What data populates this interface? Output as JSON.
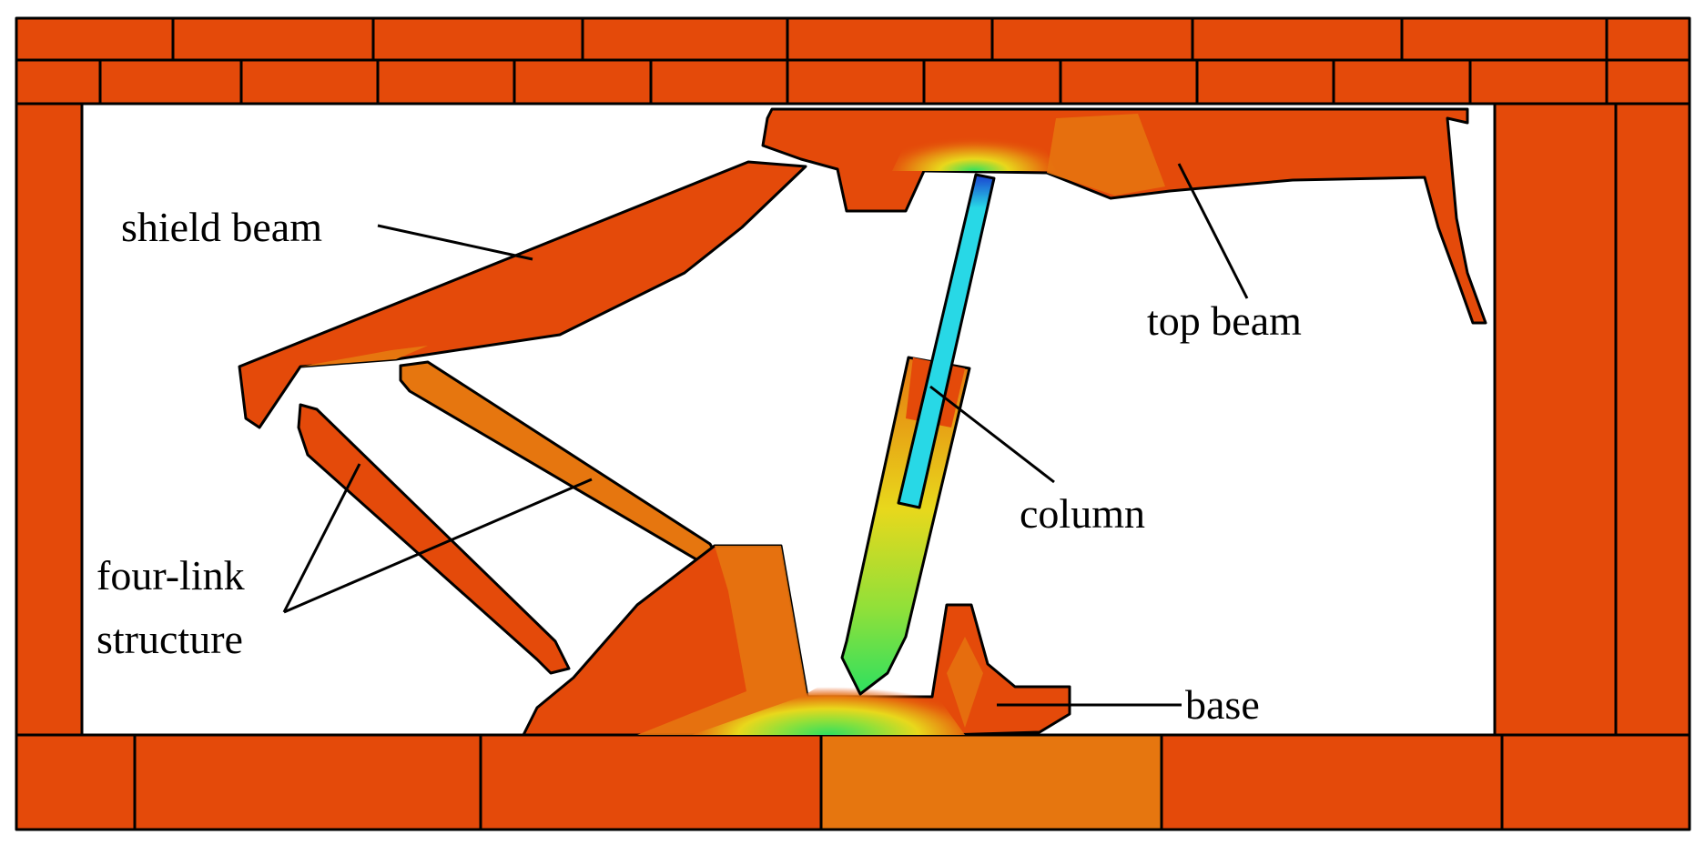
{
  "colors": {
    "rock": "#e44a0a",
    "rock_light": "#e6760f",
    "outline": "#000000",
    "column_piston": "#28d8e6",
    "stress_yellow": "#e8d81c",
    "stress_green": "#2ee060",
    "stress_blue": "#1a3fd0",
    "background": "#ffffff"
  },
  "labels": {
    "shield_beam": "shield beam",
    "top_beam": "top beam",
    "column": "column",
    "four_link_line1": "four-link",
    "four_link_line2": "structure",
    "base": "base"
  }
}
